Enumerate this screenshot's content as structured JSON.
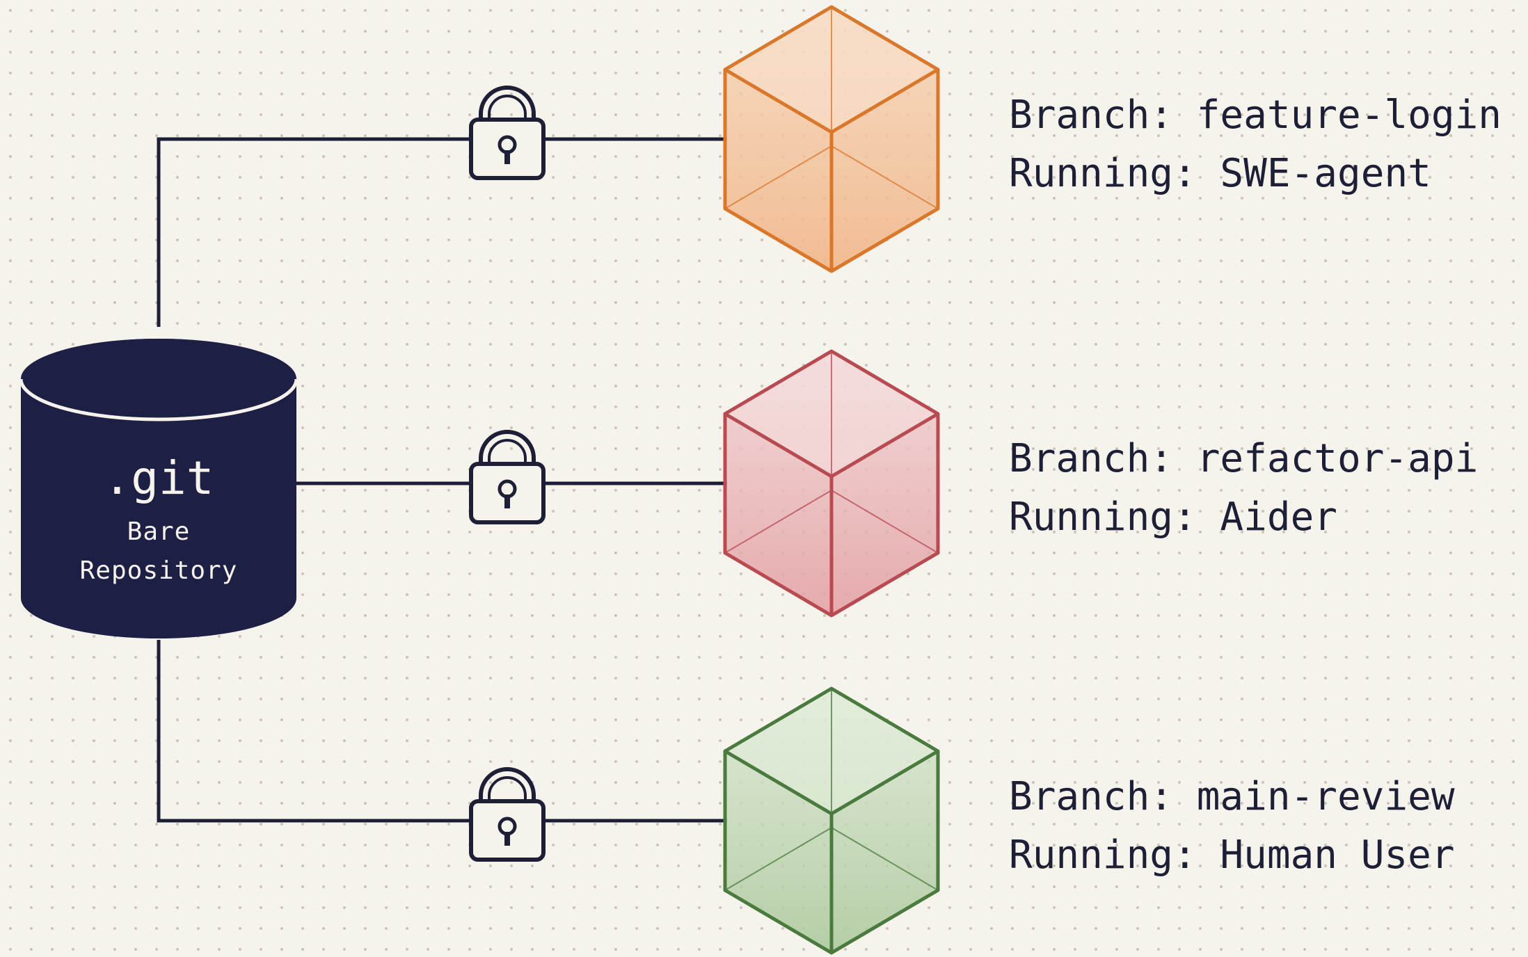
{
  "repository": {
    "name": ".git",
    "line1": "Bare",
    "line2": "Repository",
    "icon": "database-cylinder-icon",
    "color": "#1d1f45"
  },
  "worktrees": [
    {
      "branch_text": "Branch: feature-login",
      "running_text": "Running: SWE-agent",
      "color": "#d9772b",
      "fill": "#f2b98a",
      "lock_icon": "padlock-icon"
    },
    {
      "branch_text": "Branch: refactor-api",
      "running_text": "Running: Aider",
      "color": "#b84a52",
      "fill": "#e8a5a8",
      "lock_icon": "padlock-icon"
    },
    {
      "branch_text": "Branch: main-review",
      "running_text": "Running: Human User",
      "color": "#4a7a3e",
      "fill": "#b4cfa7",
      "lock_icon": "padlock-icon"
    }
  ]
}
